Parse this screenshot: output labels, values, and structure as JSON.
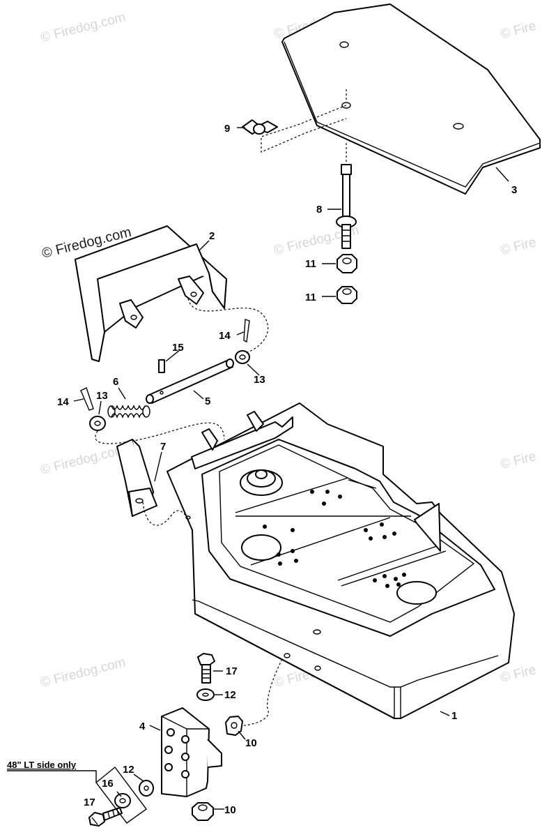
{
  "watermarks": {
    "main": "© Firedog.com",
    "short": "© Fire"
  },
  "note": "48\" LT side only",
  "callouts": {
    "p1": "1",
    "p2": "2",
    "p3": "3",
    "p4": "4",
    "p5": "5",
    "p6": "6",
    "p7": "7",
    "p8": "8",
    "p9": "9",
    "p10a": "10",
    "p10b": "10",
    "p11a": "11",
    "p11b": "11",
    "p12a": "12",
    "p12b": "12",
    "p13a": "13",
    "p13b": "13",
    "p14a": "14",
    "p14b": "14",
    "p15": "15",
    "p16": "16",
    "p17a": "17",
    "p17b": "17"
  }
}
